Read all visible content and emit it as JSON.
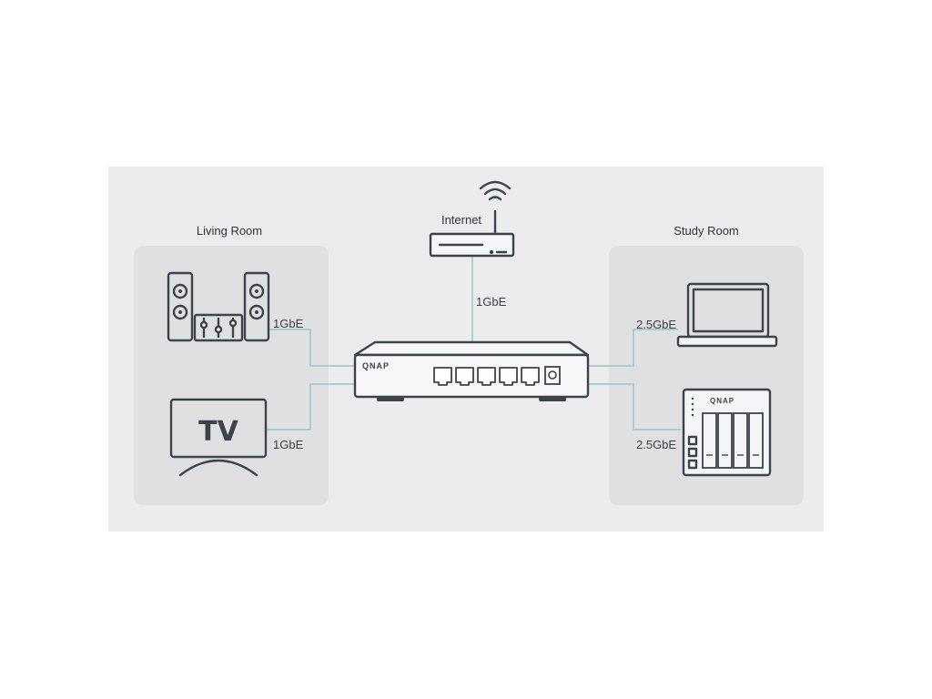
{
  "colors": {
    "panel_background": "#ececec",
    "room_box": "#e0e0e0",
    "device_stroke": "#3d434b",
    "cable": "#8fc7c9"
  },
  "internet": {
    "label": "Internet",
    "icon": "wifi-router-icon"
  },
  "switch": {
    "brand": "QNAP",
    "icon": "network-switch-icon",
    "port_count": 5
  },
  "links": {
    "router": "1GbE",
    "stereo": "1GbE",
    "tv": "1GbE",
    "laptop": "2.5GbE",
    "nas": "2.5GbE"
  },
  "living_room": {
    "title": "Living Room",
    "devices": [
      {
        "icon": "stereo-system-icon"
      },
      {
        "icon": "tv-icon",
        "screen_text": "TV"
      }
    ]
  },
  "study_room": {
    "title": "Study Room",
    "devices": [
      {
        "icon": "laptop-icon"
      },
      {
        "icon": "nas-icon",
        "brand": "QNAP"
      }
    ]
  }
}
